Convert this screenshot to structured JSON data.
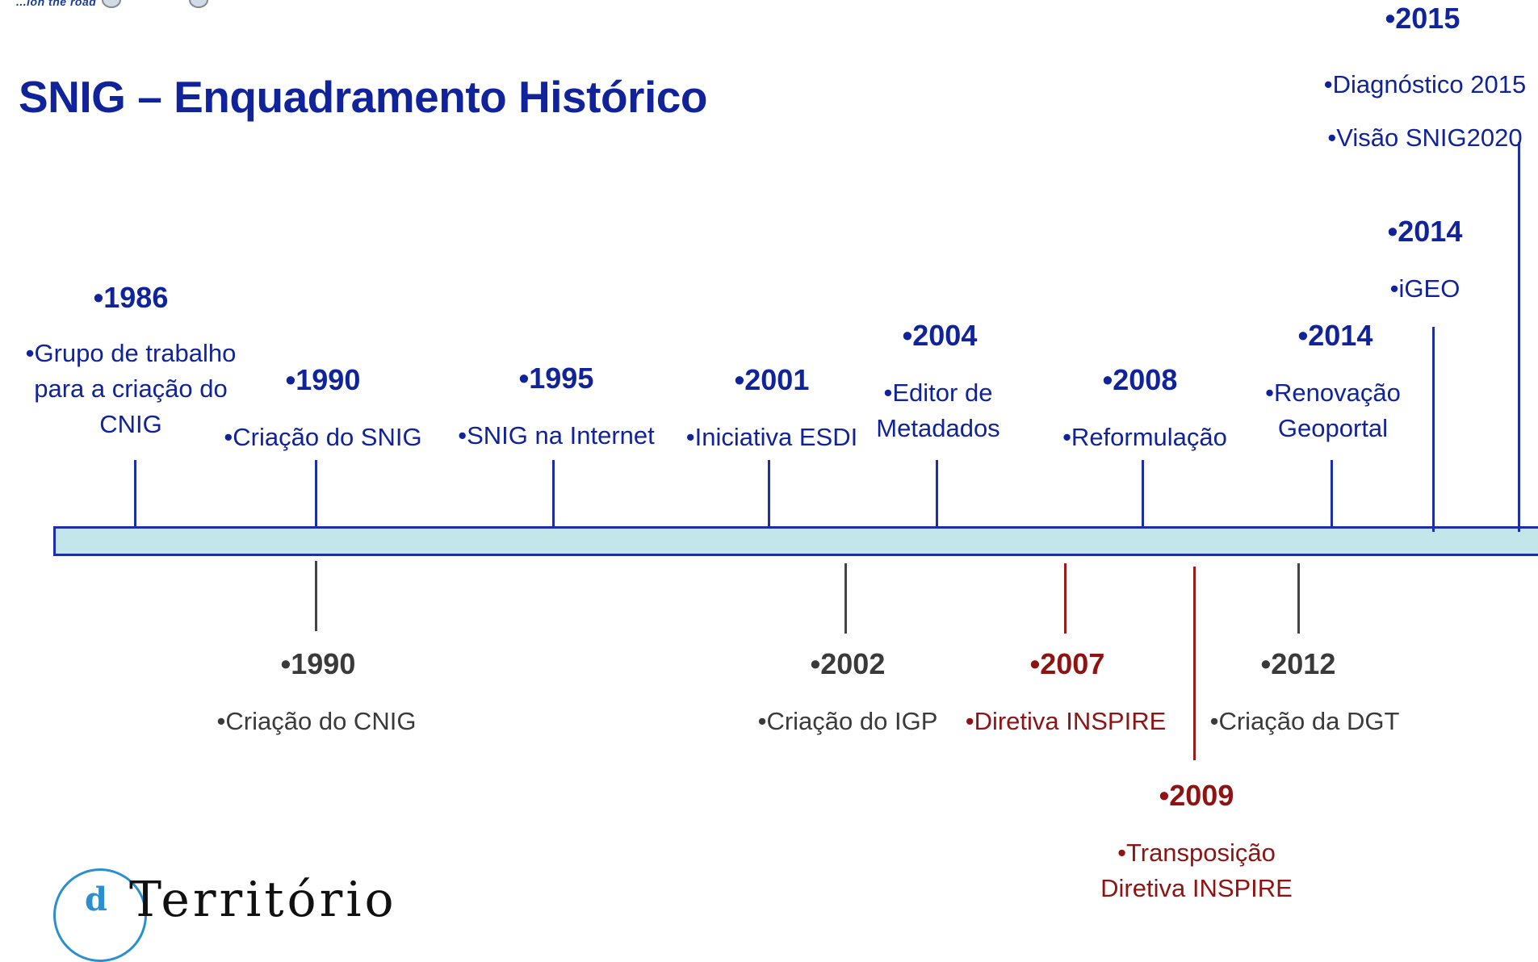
{
  "header": {
    "logo_text": "...ion the road"
  },
  "title": "SNIG – Enquadramento Histórico",
  "timeline": {
    "above": [
      {
        "year": "•1986",
        "desc": "•Grupo de trabalho\npara a criação do\nCNIG"
      },
      {
        "year": "•1990",
        "desc": "•Criação do SNIG"
      },
      {
        "year": "•1995",
        "desc": "•SNIG na Internet"
      },
      {
        "year": "•2001",
        "desc": "•Iniciativa ESDI"
      },
      {
        "year": "•2004",
        "desc": "•Editor de\nMetadados"
      },
      {
        "year": "•2008",
        "desc": "•Reformulação"
      },
      {
        "year": "•2014",
        "desc": "•Renovação\nGeoportal"
      },
      {
        "year": "•2014",
        "desc": "•iGEO"
      },
      {
        "year": "•2015",
        "desc": "•Diagnóstico 2015\n•Visão SNIG2020"
      }
    ],
    "below": [
      {
        "year": "•1990",
        "desc": "•Criação do CNIG",
        "color": "#3a3a3a"
      },
      {
        "year": "•2002",
        "desc": "•Criação do IGP",
        "color": "#3a3a3a"
      },
      {
        "year": "•2007",
        "desc": "•Diretiva INSPIRE",
        "color": "#8e1414"
      },
      {
        "year": "•2009",
        "desc": "•Transposição\nDiretiva INSPIRE",
        "color": "#8e1414"
      },
      {
        "year": "•2012",
        "desc": "•Criação da DGT",
        "color": "#3a3a3a"
      }
    ]
  },
  "footer": {
    "logo_letter": "d",
    "logo_text": "Território"
  },
  "colors": {
    "title": "#10239a",
    "timeline_bar_fill": "#c3e6eb",
    "timeline_bar_border": "#1c2ea8",
    "national": "#3a3a3a",
    "european": "#8e1414"
  }
}
